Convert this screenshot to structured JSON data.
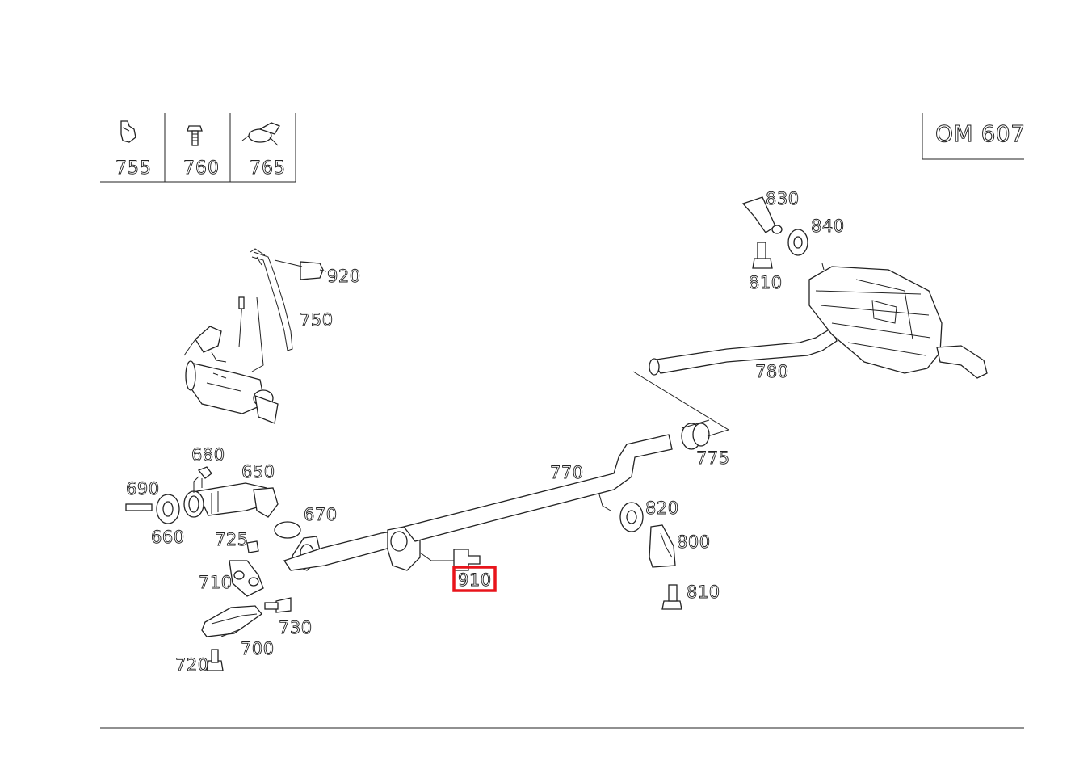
{
  "engine_box": {
    "label": "OM 607"
  },
  "header_parts": [
    {
      "number": "755",
      "icon": "clip-icon"
    },
    {
      "number": "760",
      "icon": "screw-icon"
    },
    {
      "number": "765",
      "icon": "sensor-clamp-icon"
    }
  ],
  "callouts": {
    "c920": "920",
    "c750": "750",
    "c830": "830",
    "c840": "840",
    "c810a": "810",
    "c780": "780",
    "c680": "680",
    "c650": "650",
    "c690": "690",
    "c660": "660",
    "c670": "670",
    "c725": "725",
    "c770": "770",
    "c775": "775",
    "c820": "820",
    "c800": "800",
    "c810b": "810",
    "c710": "710",
    "c730": "730",
    "c700": "700",
    "c720": "720",
    "c910": "910"
  },
  "highlight": {
    "target": "910",
    "color": "#e8141b"
  },
  "colors": {
    "line": "#222222",
    "background": "#ffffff"
  }
}
